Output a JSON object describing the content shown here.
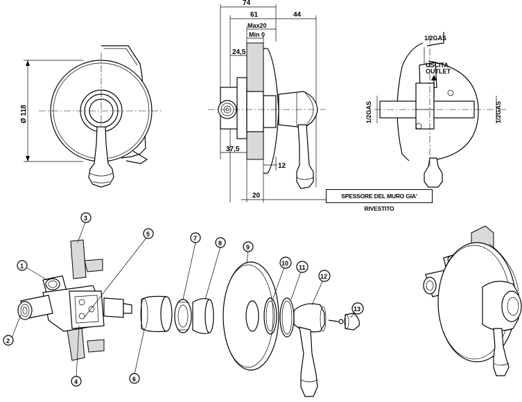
{
  "dimensions": {
    "d74": "74",
    "d61": "61",
    "d44": "44",
    "max20": "Max20",
    "min0": "Min 0",
    "d24_5": "24,5",
    "d37_5": "37,5",
    "d12": "12",
    "d20": "20",
    "diameter": "Ø 118"
  },
  "side_labels": {
    "gas_top": "1/2GAS",
    "uscita": "USCITA",
    "outlet": "OUTLET",
    "gas_left": "1/2GAS",
    "gas_right": "1/2GAS"
  },
  "note": "SPESSORE DEL MURO GIA' RIVESTITO",
  "parts": [
    "1",
    "2",
    "3",
    "4",
    "5",
    "6",
    "7",
    "8",
    "9",
    "10",
    "11",
    "12",
    "13"
  ]
}
